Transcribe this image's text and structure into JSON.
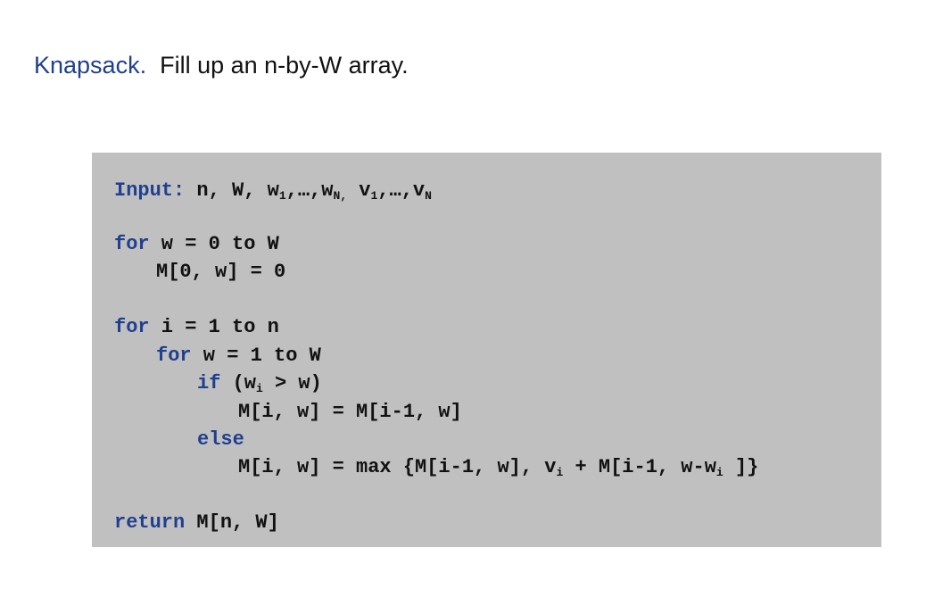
{
  "heading": {
    "topic": "Knapsack.",
    "text": "Fill up an n-by-W array."
  },
  "code": {
    "input_kw": "Input:",
    "input_params": " n, W, w",
    "sub_1": "1",
    "sep": ",…,",
    "w_end": "w",
    "sub_N": "N,",
    "v_start": " v",
    "sub_1b": "1",
    "sep2": ",…,",
    "v_end": "v",
    "sub_N2": "N",
    "for1_kw": "for",
    "for1_rest": " w = 0 to W",
    "init": "M[0, w] = 0",
    "for2_kw": "for",
    "for2_rest": " i = 1 to n",
    "for3_kw": "for",
    "for3_rest": " w = 1 to W",
    "if_kw": "if",
    "if_a": " (w",
    "if_sub": "i",
    "if_b": " > w)",
    "assign1": "M[i, w] = M[i-1, w]",
    "else_kw": "else",
    "assign2_a": "M[i, w] = max {M[i-1, w], v",
    "assign2_sub1": "i",
    "assign2_b": " + M[i-1, w-w",
    "assign2_sub2": "i",
    "assign2_c": " ]}",
    "return_kw": "return",
    "return_rest": " M[n, W]"
  }
}
